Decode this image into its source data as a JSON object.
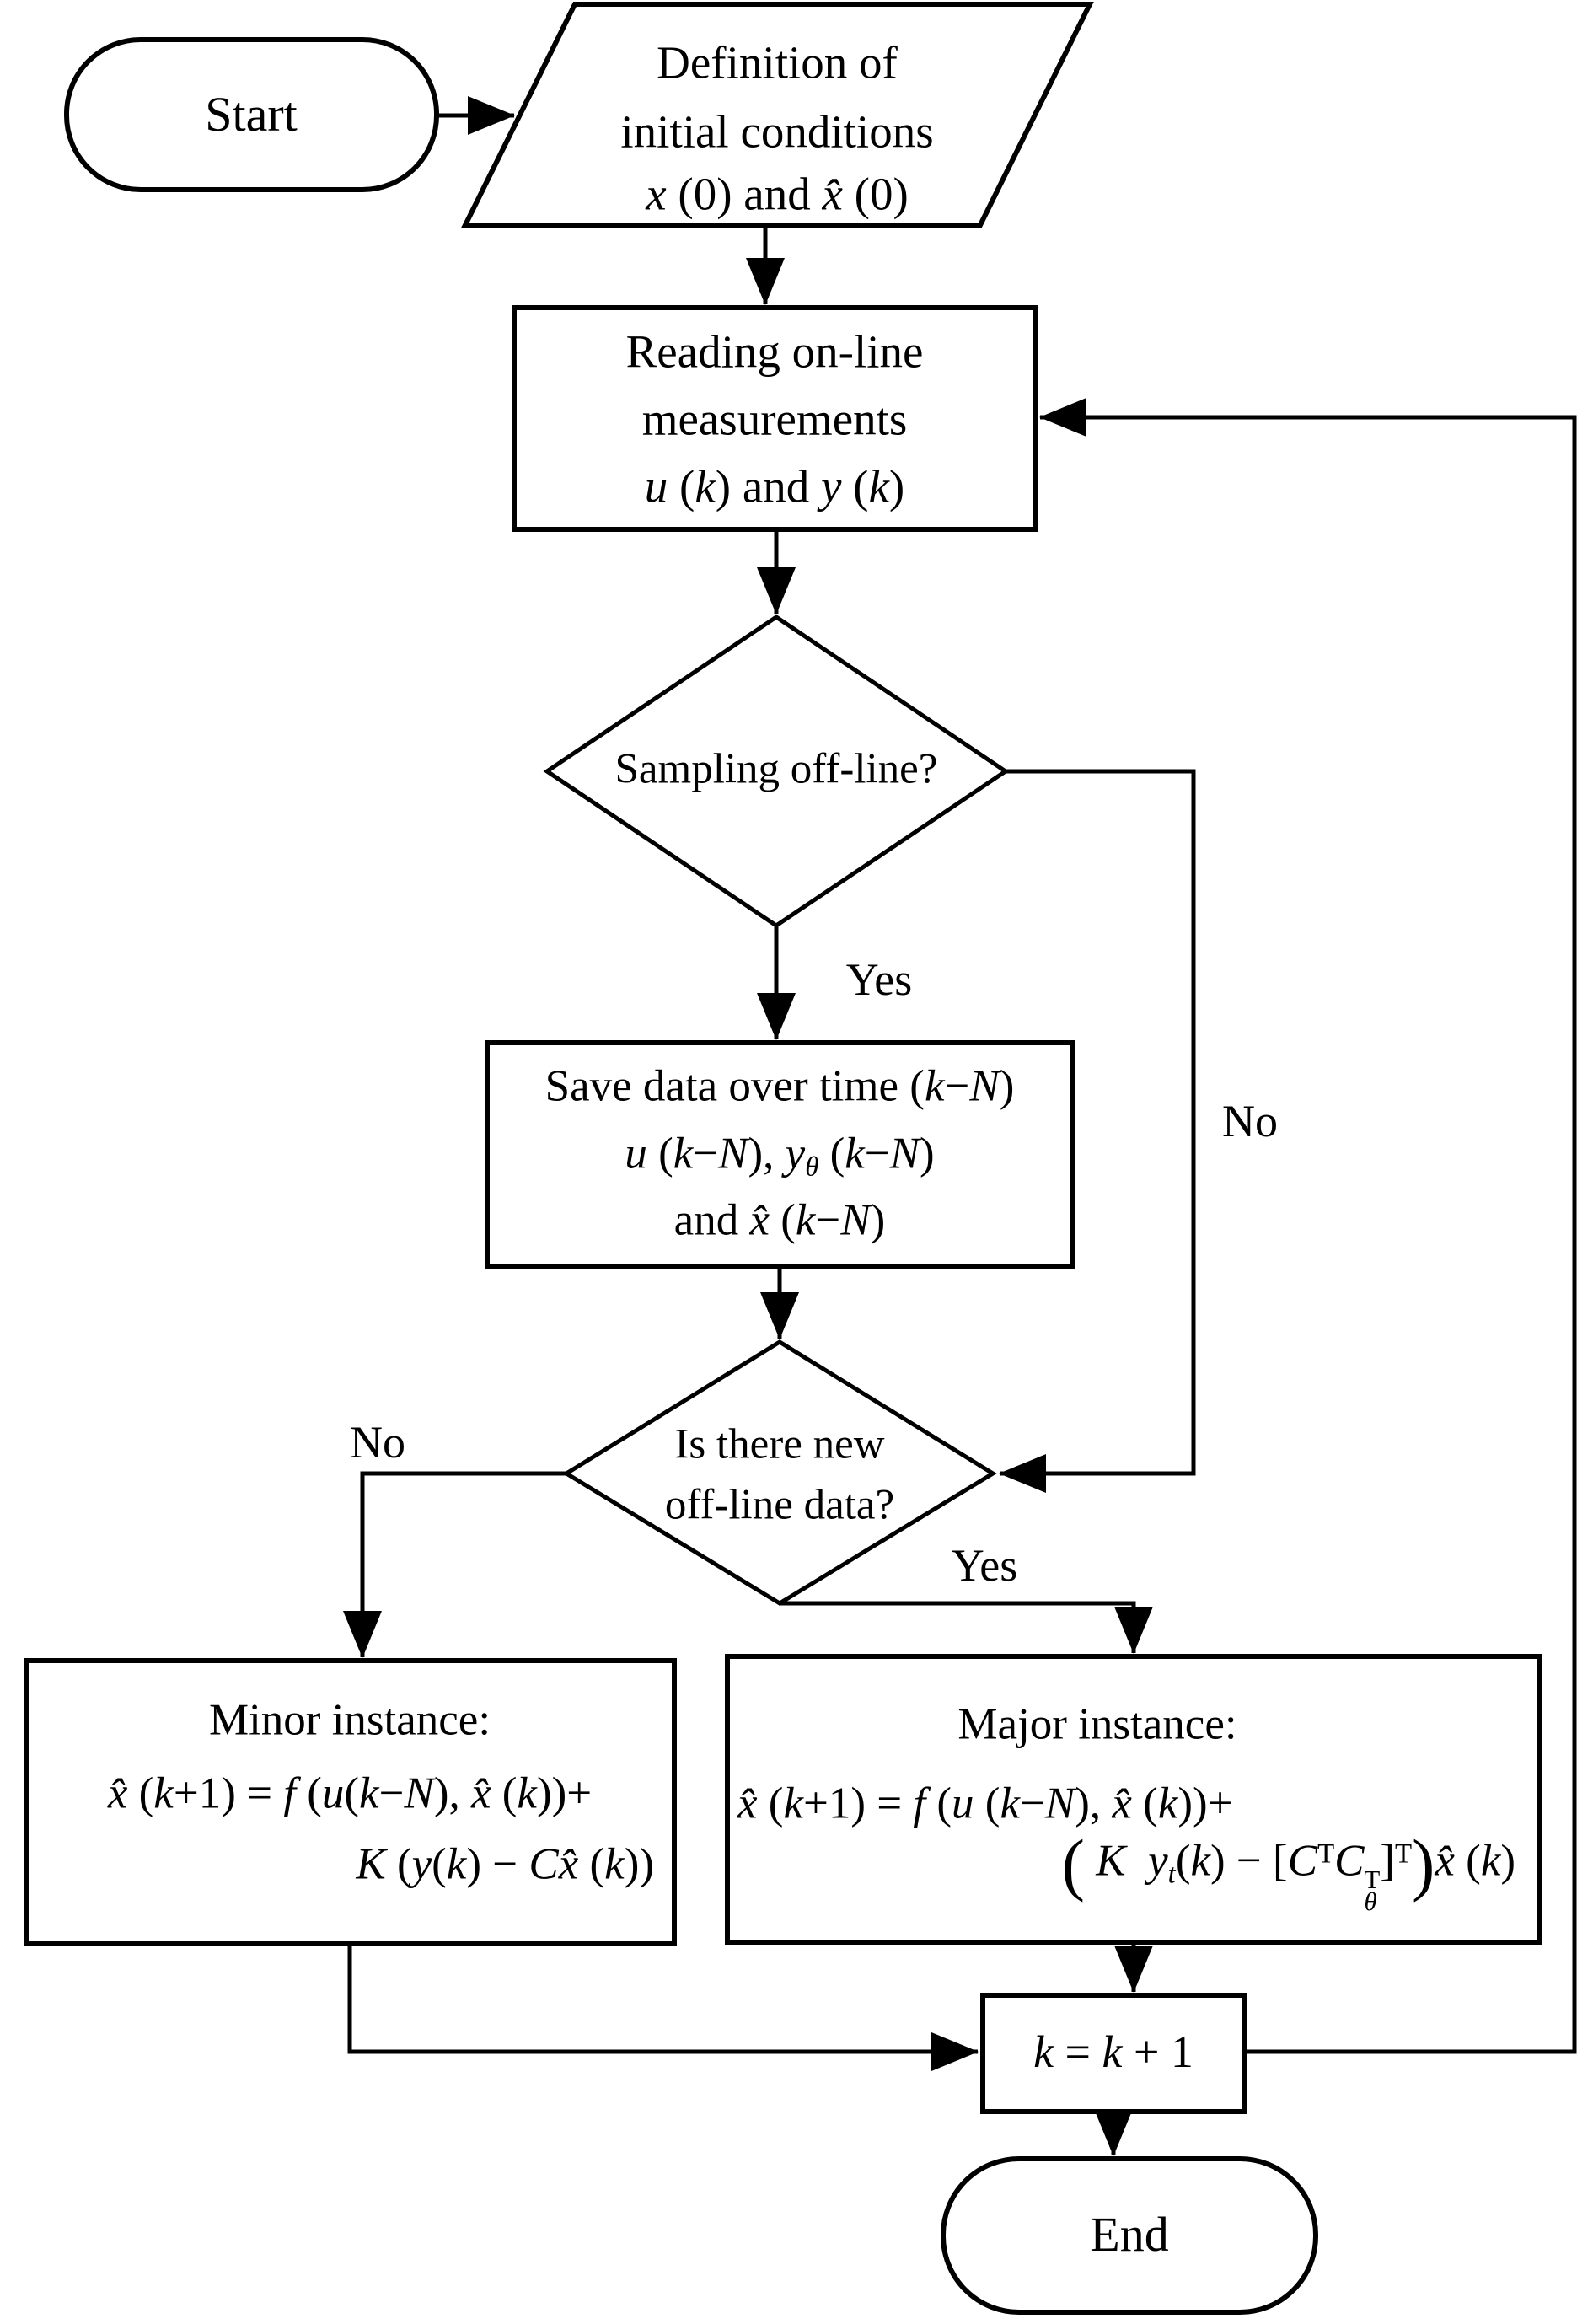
{
  "colors": {
    "ink": "#000000",
    "background": "#ffffff"
  },
  "nodes": {
    "start": {
      "type": "terminator",
      "label": "Start"
    },
    "init": {
      "type": "io-parallelogram",
      "lines": [
        "Definition of",
        "initial conditions",
        "<i>x</i> (0) and <i>x̂</i> (0)"
      ]
    },
    "reading": {
      "type": "process",
      "lines": [
        "Reading on-line",
        "measurements",
        "<i>u</i> (<i>k</i>) and <i>y</i> (<i>k</i>)"
      ]
    },
    "sampling": {
      "type": "decision",
      "lines": [
        "Sampling off-line?"
      ]
    },
    "save": {
      "type": "process",
      "lines": [
        "Save data over time (<i>k</i>−<i>N</i>)",
        "<i>u</i> (<i>k</i>−<i>N</i>), <i>y</i><sub><i>θ</i></sub> (<i>k</i>−<i>N</i>)",
        "and <i>x̂</i> (<i>k</i>−<i>N</i>)"
      ]
    },
    "newdata": {
      "type": "decision",
      "lines": [
        "Is there new",
        "off-line data?"
      ]
    },
    "minor": {
      "type": "process",
      "lines": [
        "Minor instance:",
        "<i>x̂</i> (<i>k</i>+1) = <i>f</i> (<i>u</i>(<i>k</i>−<i>N</i>), <i>x̂</i> (<i>k</i>))+",
        "<i>K</i> (<i>y</i>(<i>k</i>) − <i>C</i><i>x̂</i> (<i>k</i>))"
      ]
    },
    "major": {
      "type": "process",
      "lines": [
        "Major instance:",
        "<i>x̂</i> (<i>k</i>+1) = <i>f</i> (<i>u</i> (<i>k</i>−<i>N</i>), <i>x̂</i> (<i>k</i>))+",
        "<span class='bp'>(</span> <i>K</i>  <i>y</i><sub><i>t</i></sub>(<i>k</i>) − [<i>C</i><sup>T</sup><i>C</i><span class='ss'><span>T</span><span><i>θ</i></span></span>]<sup>T</sup><span class='bp'>)</span><i>x̂</i> (<i>k</i>)"
      ]
    },
    "increment": {
      "type": "process",
      "lines": [
        "<i>k</i> = <i>k</i> + 1"
      ]
    },
    "end": {
      "type": "terminator",
      "label": "End"
    }
  },
  "edge_labels": {
    "sampling_yes": "Yes",
    "sampling_no": "No",
    "newdata_no": "No",
    "newdata_yes": "Yes"
  }
}
